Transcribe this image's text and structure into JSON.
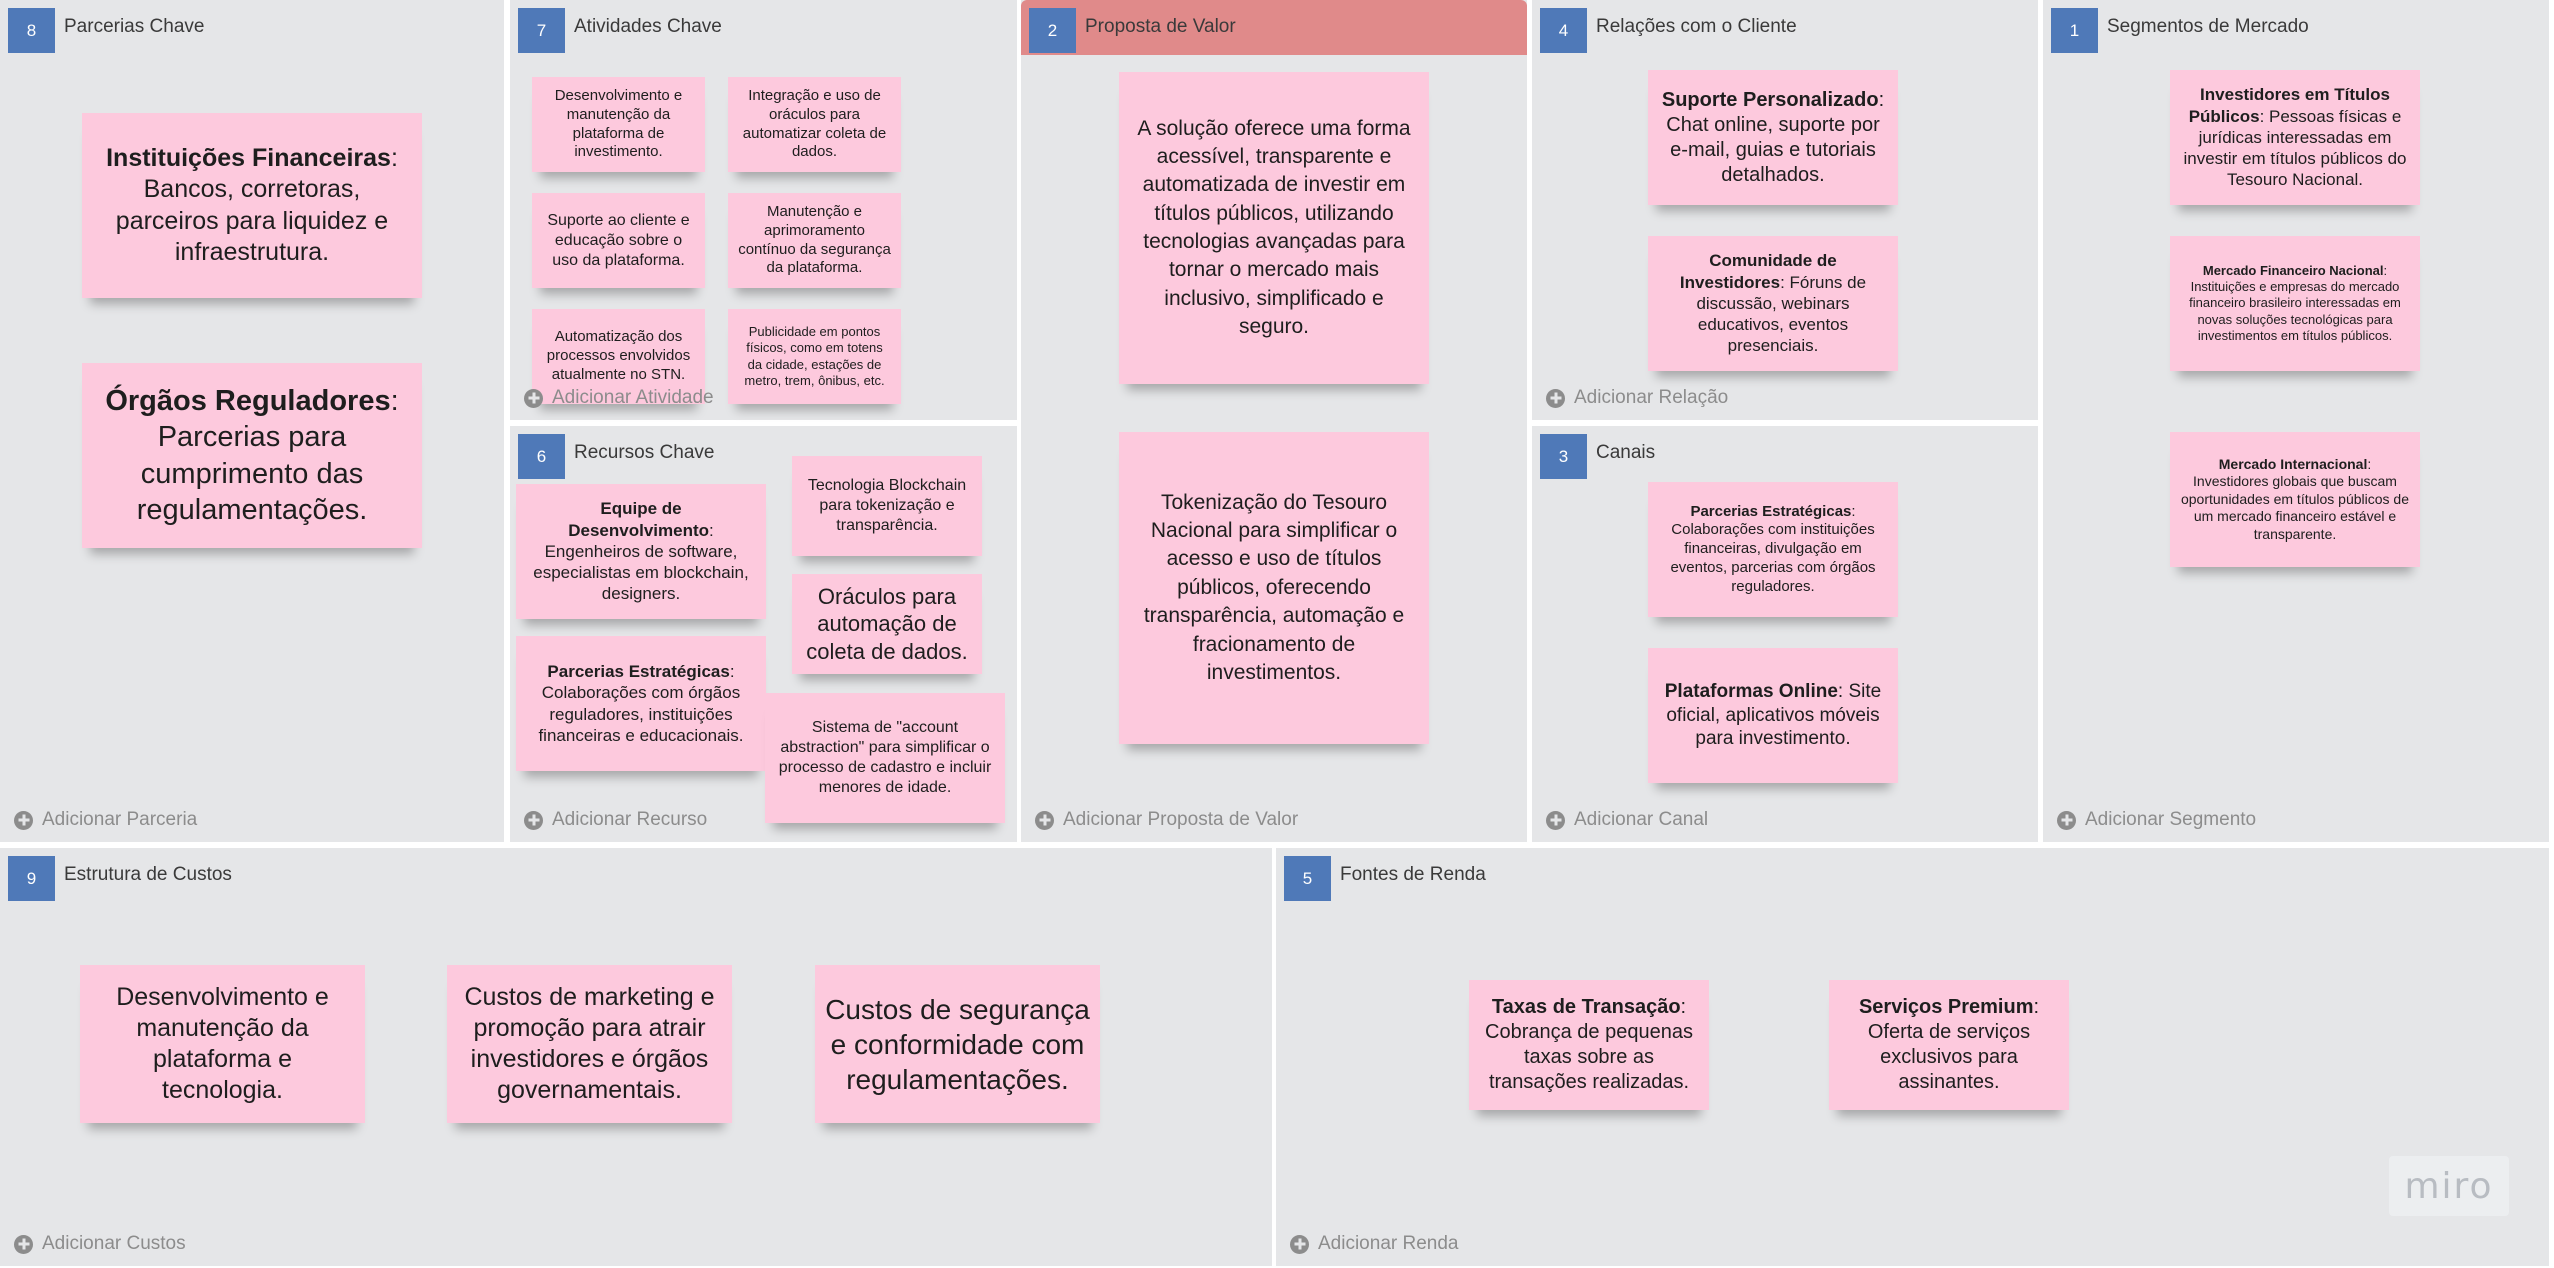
{
  "canvas": {
    "colors": {
      "section_bg": "#e5e6e8",
      "badge": "#4f79b8",
      "note": "#fdc9dd",
      "highlight_header": "#e08a8a"
    }
  },
  "sections": {
    "parcerias": {
      "number": "8",
      "title": "Parcerias Chave",
      "add": "Adicionar Parceria",
      "notes": [
        {
          "bold": "Instituições Financeiras",
          "text": ": Bancos, corretoras, parceiros para liquidez e infraestrutura."
        },
        {
          "bold": "Órgãos Reguladores",
          "text": ": Parcerias para cumprimento das regulamentações."
        }
      ]
    },
    "atividades": {
      "number": "7",
      "title": "Atividades Chave",
      "add": "Adicionar Atividade",
      "notes": [
        {
          "text": "Desenvolvimento e manutenção da plataforma de investimento."
        },
        {
          "text": "Integração e uso de oráculos para automatizar coleta de dados."
        },
        {
          "text": "Suporte ao cliente e educação sobre o uso da plataforma."
        },
        {
          "text": "Manutenção e aprimoramento contínuo da segurança da plataforma."
        },
        {
          "text": "Automatização dos processos envolvidos atualmente no STN."
        },
        {
          "text": "Publicidade em pontos físicos, como em totens da cidade, estações de metro, trem, ônibus, etc."
        }
      ]
    },
    "recursos": {
      "number": "6",
      "title": "Recursos Chave",
      "add": "Adicionar Recurso",
      "notes": [
        {
          "bold": "Equipe de Desenvolvimento",
          "text": ": Engenheiros de software, especialistas em blockchain, designers."
        },
        {
          "text": "Tecnologia Blockchain para tokenização e transparência."
        },
        {
          "text": "Oráculos para automação de coleta de dados."
        },
        {
          "bold": "Parcerias Estratégicas",
          "text": ": Colaborações com órgãos reguladores, instituições financeiras e educacionais."
        },
        {
          "text": "Sistema de \"account abstraction\" para simplificar o processo de cadastro e incluir menores de idade."
        }
      ]
    },
    "proposta": {
      "number": "2",
      "title": "Proposta de Valor",
      "add": "Adicionar Proposta de Valor",
      "notes": [
        {
          "text": "A solução oferece uma forma acessível, transparente e automatizada de investir em títulos públicos, utilizando tecnologias avançadas para tornar o mercado mais inclusivo, simplificado e seguro."
        },
        {
          "text": "Tokenização do Tesouro Nacional para simplificar o acesso e uso de títulos públicos, oferecendo transparência, automação e fracionamento de investimentos."
        }
      ]
    },
    "relacoes": {
      "number": "4",
      "title": "Relações com o Cliente",
      "add": "Adicionar Relação",
      "notes": [
        {
          "bold": "Suporte Personalizado",
          "text": ": Chat online, suporte por e-mail, guias e tutoriais detalhados."
        },
        {
          "bold": "Comunidade de Investidores",
          "text": ": Fóruns de discussão, webinars educativos, eventos presenciais."
        }
      ]
    },
    "canais": {
      "number": "3",
      "title": "Canais",
      "add": "Adicionar Canal",
      "notes": [
        {
          "bold": "Parcerias Estratégicas",
          "text": ": Colaborações com instituições financeiras, divulgação em eventos, parcerias com órgãos reguladores."
        },
        {
          "bold": "Plataformas Online",
          "text": ": Site oficial, aplicativos móveis para investimento."
        }
      ]
    },
    "segmentos": {
      "number": "1",
      "title": "Segmentos de Mercado",
      "add": "Adicionar Segmento",
      "notes": [
        {
          "bold": "Investidores em Títulos Públicos",
          "text": ": Pessoas físicas e jurídicas interessadas em investir em títulos públicos do Tesouro Nacional."
        },
        {
          "bold": "Mercado Financeiro Nacional",
          "text": ": Instituições e empresas do mercado financeiro brasileiro interessadas em novas soluções tecnológicas para investimentos em títulos públicos."
        },
        {
          "bold": "Mercado Internacional",
          "text": ": Investidores globais que buscam oportunidades em títulos públicos de um mercado financeiro estável e transparente."
        }
      ]
    },
    "custos": {
      "number": "9",
      "title": "Estrutura de Custos",
      "add": "Adicionar Custos",
      "notes": [
        {
          "text": "Desenvolvimento e manutenção da plataforma e tecnologia."
        },
        {
          "text": "Custos de marketing e promoção para atrair investidores e órgãos governamentais."
        },
        {
          "text": "Custos de segurança e conformidade com regulamentações."
        }
      ]
    },
    "renda": {
      "number": "5",
      "title": "Fontes de Renda",
      "add": "Adicionar Renda",
      "notes": [
        {
          "bold": "Taxas de Transação",
          "text": ": Cobrança de pequenas taxas sobre as transações realizadas."
        },
        {
          "bold": "Serviços Premium",
          "text": ": Oferta de serviços exclusivos para assinantes."
        }
      ]
    }
  },
  "watermark": "miro"
}
